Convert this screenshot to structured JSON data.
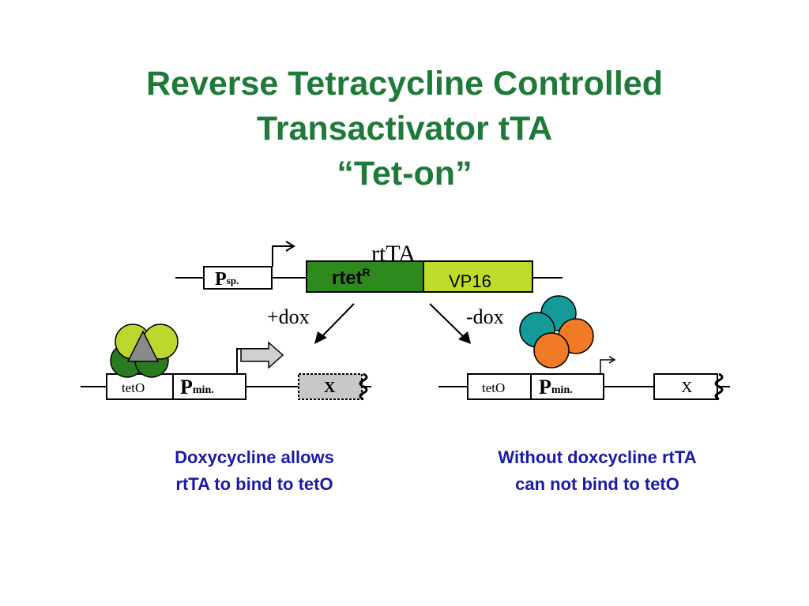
{
  "title": {
    "line1": "Reverse Tetracycline Controlled",
    "line2": "Transactivator tTA",
    "line3": "“Tet-on”"
  },
  "construct": {
    "promoter": "P",
    "promoter_sub": "sp.",
    "label_above": "rtTA",
    "rtet": "rtet",
    "rtet_sup": "R",
    "vp16": "VP16"
  },
  "arrows": {
    "plus_dox": "+dox",
    "minus_dox": "-dox"
  },
  "left_construct": {
    "operator": "tetO",
    "promoter": "P",
    "promoter_sub": "min.",
    "gene": "X"
  },
  "right_construct": {
    "operator": "tetO",
    "promoter": "P",
    "promoter_sub": "min.",
    "gene": "X"
  },
  "captions": {
    "left_line1": "Doxycycline allows",
    "left_line2": "rtTA to bind to tetO",
    "right_line1": "Without doxcycline rtTA",
    "right_line2": "can not bind to tetO"
  },
  "colors": {
    "title": "#1e7a38",
    "caption": "#1a1aaa",
    "rtet_fill": "#2f8a1e",
    "vp16_fill": "#bedc2a",
    "dark_green": "#2a7a22",
    "light_green": "#bcd82e",
    "teal": "#149a98",
    "orange": "#f07a25",
    "triangle": "#8a8a8a"
  }
}
